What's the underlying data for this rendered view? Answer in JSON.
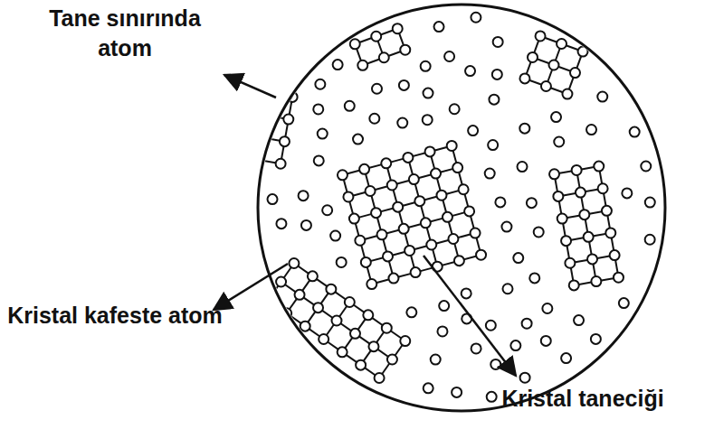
{
  "diagram": {
    "labels": [
      "Tane sınırında atom",
      "Kristal kafeste atom",
      "Kristal taneciği"
    ]
  }
}
